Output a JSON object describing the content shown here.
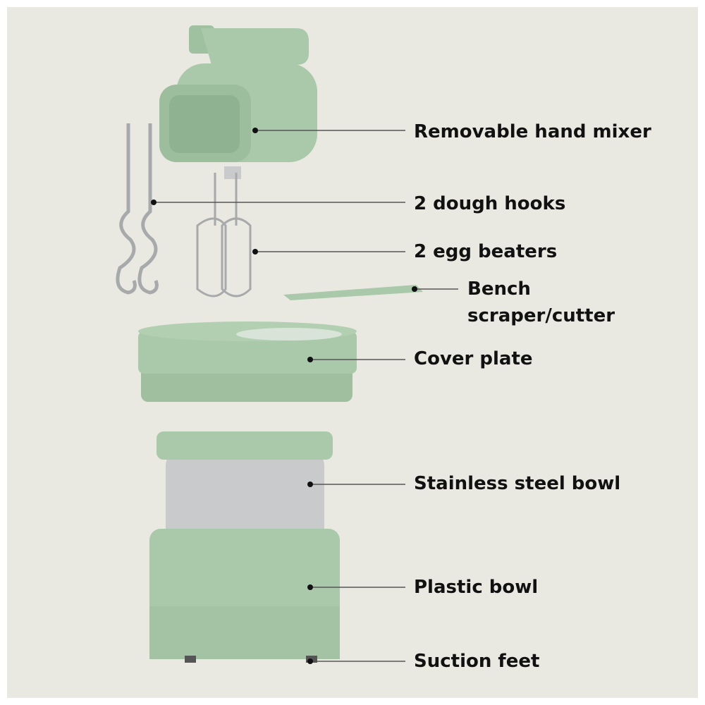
{
  "labels": {
    "hand_mixer": "Removable hand mixer",
    "dough_hooks": "2 dough hooks",
    "egg_beaters": "2 egg beaters",
    "bench_line1": "Bench",
    "bench_line2": "scraper/cutter",
    "cover_plate": "Cover plate",
    "steel_bowl": "Stainless steel bowl",
    "plastic_bowl": "Plastic bowl",
    "suction_feet": "Suction feet"
  },
  "colors": {
    "background": "#eae9e1",
    "green": "#a9c9aa",
    "steel": "#c8cacb",
    "text": "#111111"
  }
}
